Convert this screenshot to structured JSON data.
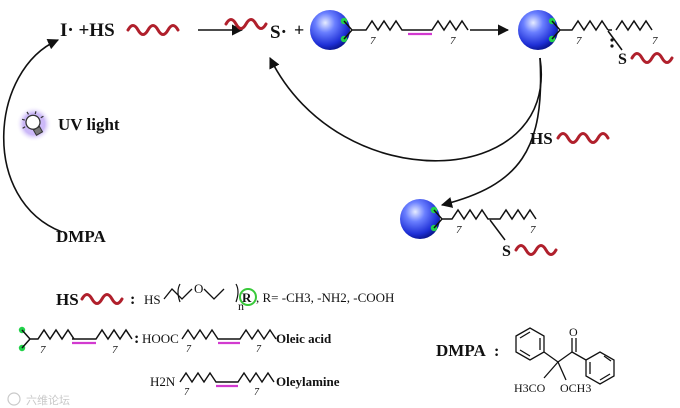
{
  "scheme": {
    "initiator": "I· +HS",
    "thiyl_radical": "S·",
    "plus": "+",
    "uv_label": "UV light",
    "dmpa_label": "DMPA",
    "hs_label": "HS",
    "s_label": "S",
    "chain_subscript": "7"
  },
  "legend": {
    "thiol_label": "HS",
    "colon": ":",
    "peg_hs": "HS",
    "peg_o": "O",
    "peg_n": "n",
    "r_circle": "R",
    "r_definition": ", R= -CH3, -NH2, -COOH",
    "hooc": "HOOC",
    "oleic_acid": "Oleic acid",
    "h2n": "H2N",
    "oleylamine": "Oleylamine",
    "dmpa_title": "DMPA",
    "dmpa_colon": ":",
    "dmpa_o": "O",
    "h3co": "H3CO",
    "och3": "OCH3"
  },
  "watermark": "六维论坛",
  "colors": {
    "wave": "#b0202c",
    "double_bond": "#d23ad0",
    "np_core": "#1e2fd6",
    "np_edge": "#0b1690",
    "anchor": "#22d24a",
    "ink": "#111111",
    "r_circle": "#39c93a"
  }
}
